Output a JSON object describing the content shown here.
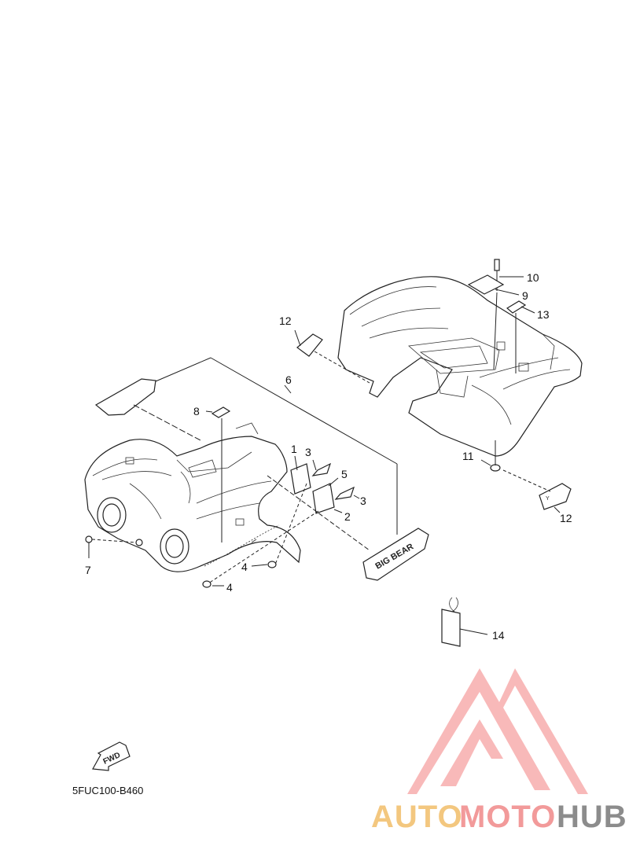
{
  "callouts": {
    "c1": "1",
    "c2": "2",
    "c3a": "3",
    "c3b": "3",
    "c4a": "4",
    "c4b": "4",
    "c5": "5",
    "c6": "6",
    "c7": "7",
    "c8": "8",
    "c9": "9",
    "c10": "10",
    "c11": "11",
    "c12a": "12",
    "c12b": "12",
    "c13": "13",
    "c14": "14"
  },
  "fwd_label": "FWD",
  "decal_text": "BIG BEAR",
  "diagram_code": "5FUC100-B460",
  "watermark": {
    "auto": "AUTO",
    "moto": "MOTO",
    "hub": "HUB"
  },
  "colors": {
    "line": "#222222",
    "logo_red": "#f29a9a",
    "logo_orange": "#f3c77f",
    "logo_gray": "#8c8c8c"
  }
}
